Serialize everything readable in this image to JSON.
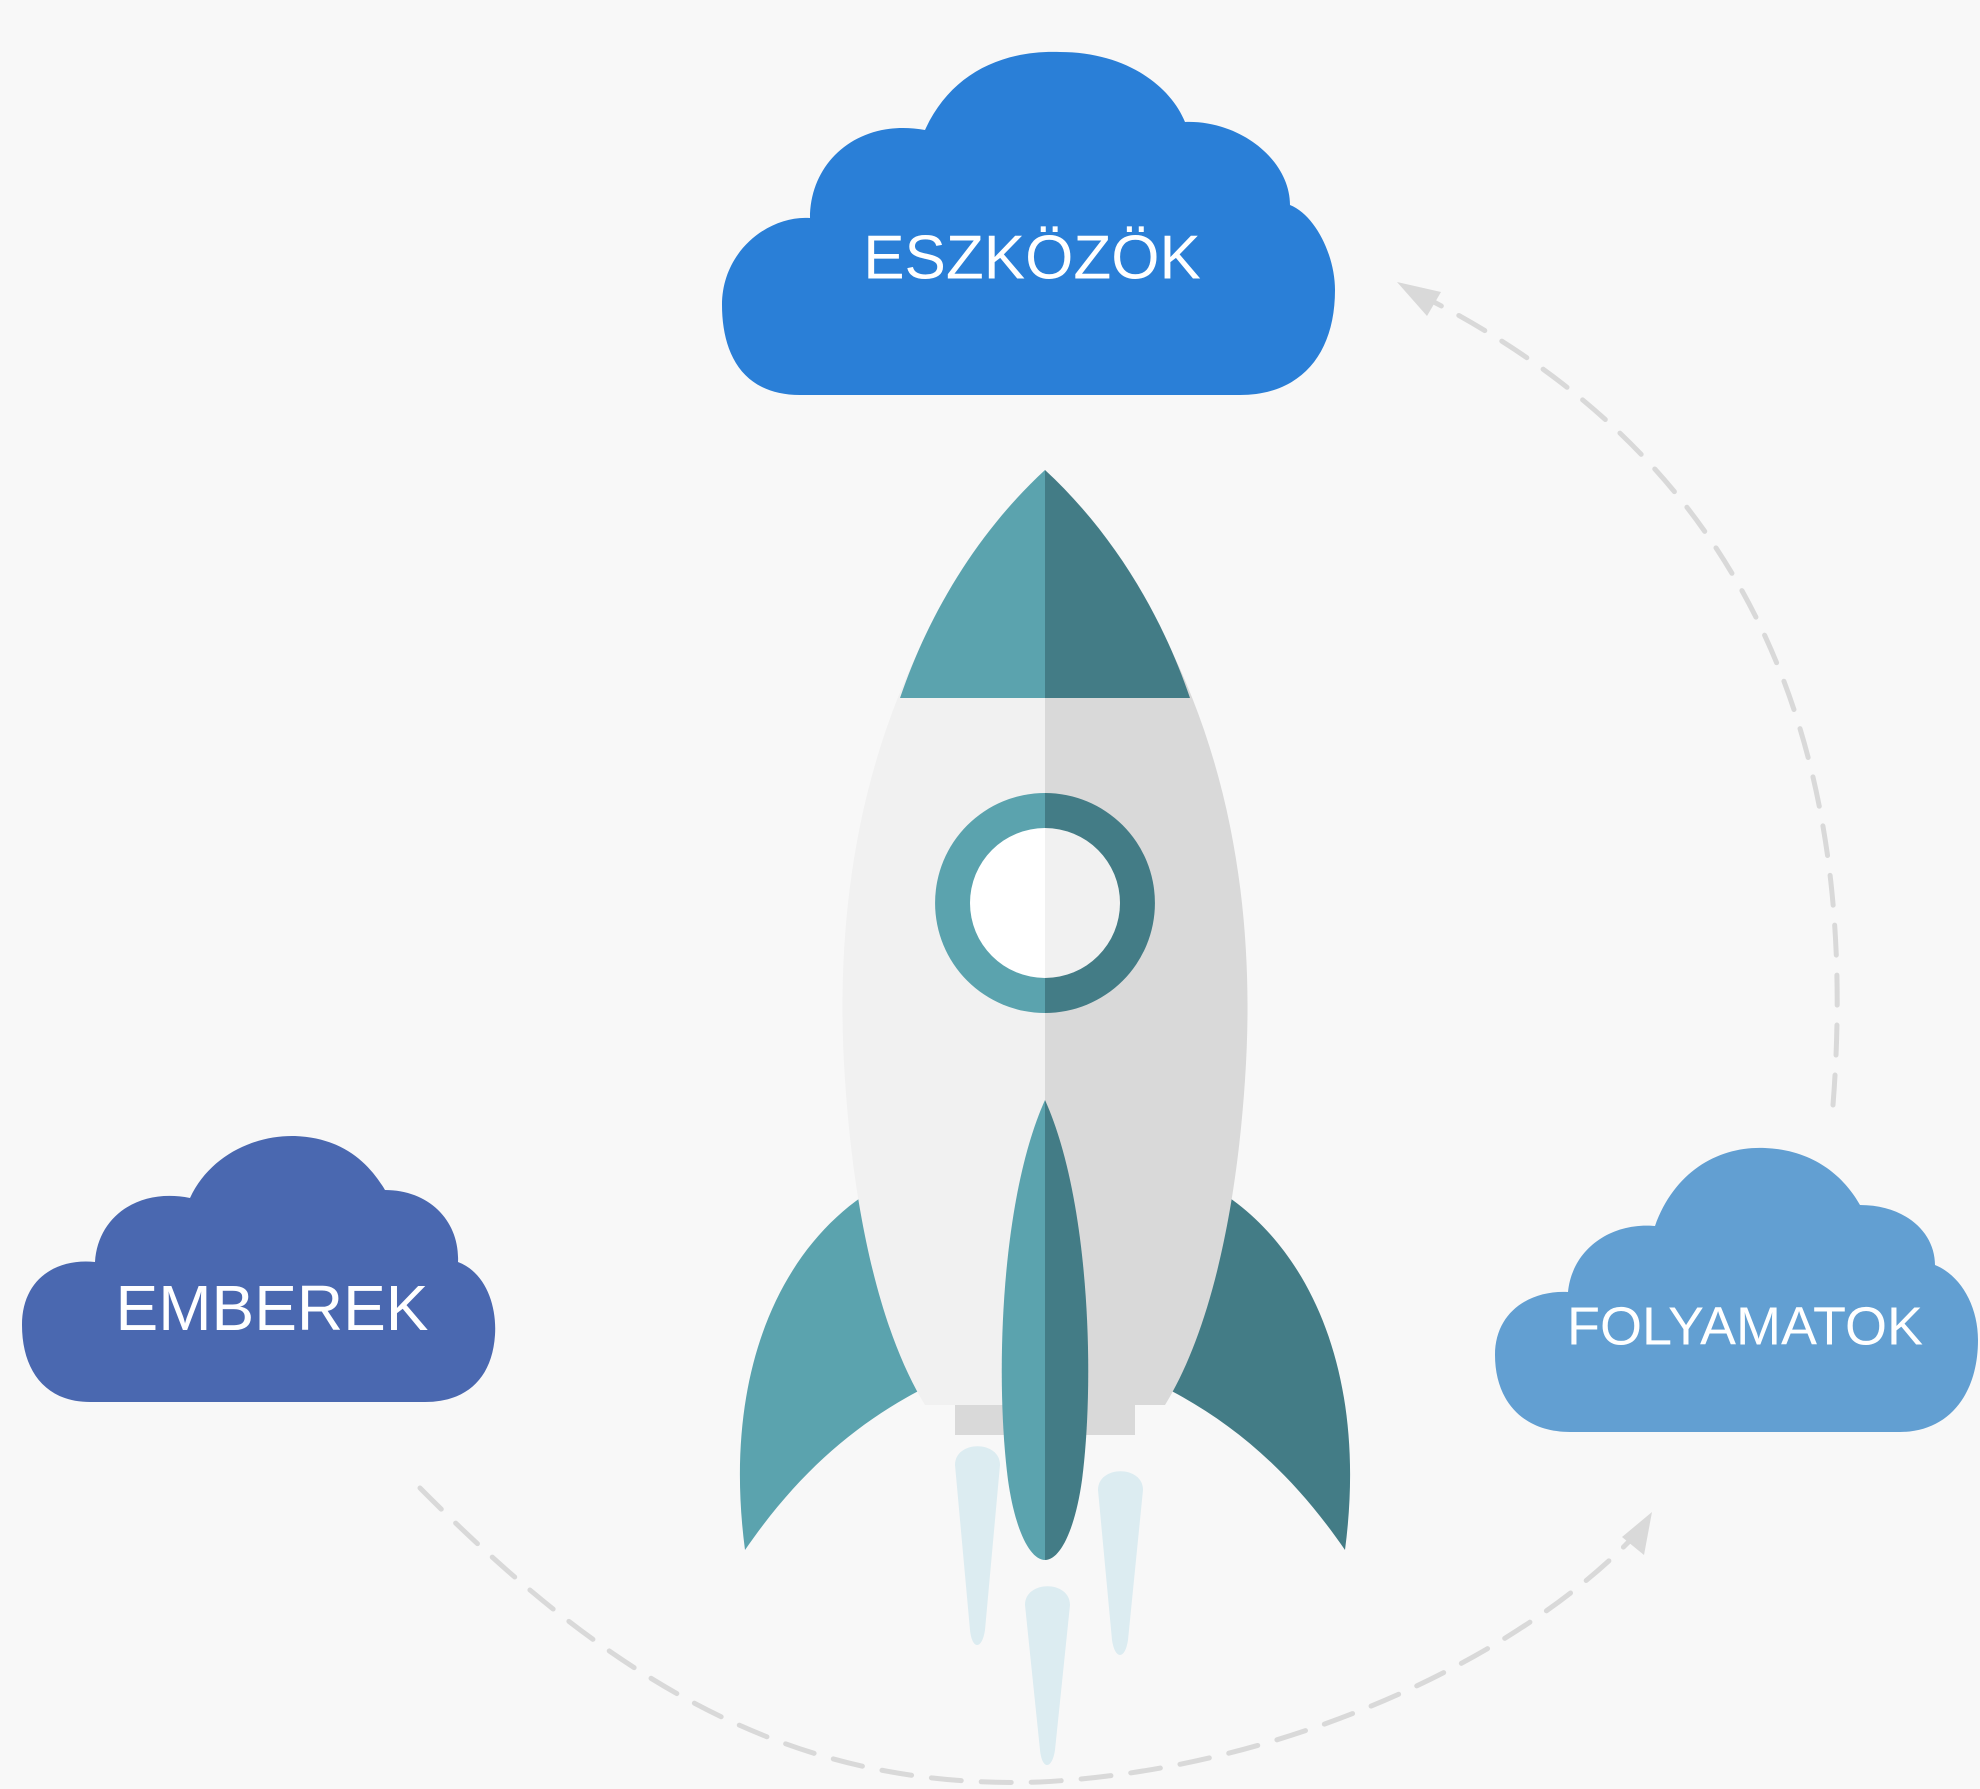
{
  "clouds": {
    "tools": {
      "label": "ESZKÖZÖK",
      "color": "#2a7fd7"
    },
    "people": {
      "label": "EMBEREK",
      "color": "#4a68b0"
    },
    "processes": {
      "label": "FOLYAMATOK",
      "color": "#629fd2"
    }
  },
  "rocket": {
    "teal_light": "#5ba3ae",
    "teal_dark": "#437c86",
    "body_light": "#f1f1f1",
    "body_shade": "#d9d9d9",
    "flame": "#dcecf1"
  },
  "arrows": {
    "color": "#d9d9d9"
  }
}
